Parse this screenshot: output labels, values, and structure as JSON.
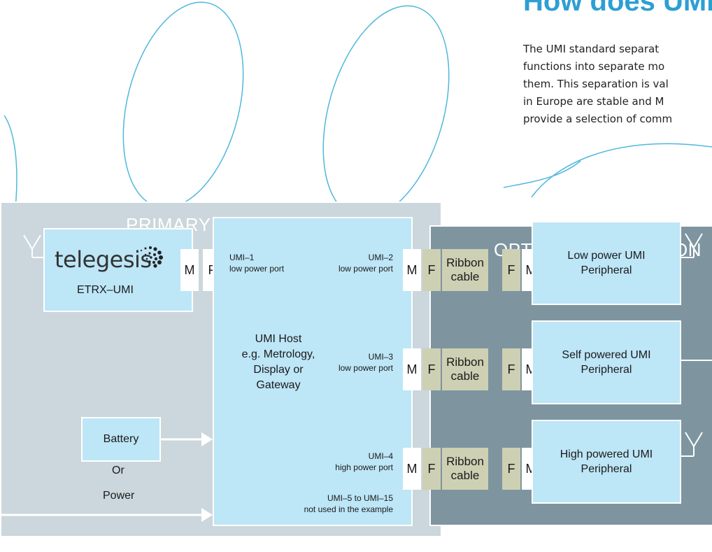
{
  "page": {
    "heading": "How does UMI",
    "paragraph_lines": [
      "The UMI standard separat",
      "functions into separate mo",
      "them. This separation is val",
      "in Europe are stable and M",
      "provide a selection of comm"
    ]
  },
  "diagram": {
    "primary_title": "PRIMARY PRODUCT",
    "optional_title": "OPTIONAL EXTENSION",
    "etrx": {
      "logo_text": "telegesis",
      "label": "ETRX–UMI"
    },
    "host": {
      "lines": [
        "UMI Host",
        "e.g. Metrology,",
        "Display or",
        "Gateway"
      ]
    },
    "ports": {
      "umi1": [
        "UMI–1",
        "low power port"
      ],
      "umi2": [
        "UMI–2",
        "low power port"
      ],
      "umi3": [
        "UMI–3",
        "low power port"
      ],
      "umi4": [
        "UMI–4",
        "high power port"
      ],
      "umi5": [
        "UMI–5 to UMI–15",
        "not used in the example"
      ]
    },
    "connector_m": "M",
    "connector_f": "F",
    "ribbon_lines": [
      "Ribbon",
      "cable"
    ],
    "peripherals": [
      [
        "Low power UMI",
        "Peripheral"
      ],
      [
        "Self powered UMI",
        "Peripheral"
      ],
      [
        "High powered UMI",
        "Peripheral"
      ]
    ],
    "power": {
      "battery": "Battery",
      "or": "Or",
      "power": "Power"
    }
  },
  "colors": {
    "accent": "#2d9fd3",
    "primary_panel": "#cbd7dd",
    "optional_panel": "#7e95a0",
    "box": "#bde6f7",
    "ribbon": "#cdd0b3"
  }
}
